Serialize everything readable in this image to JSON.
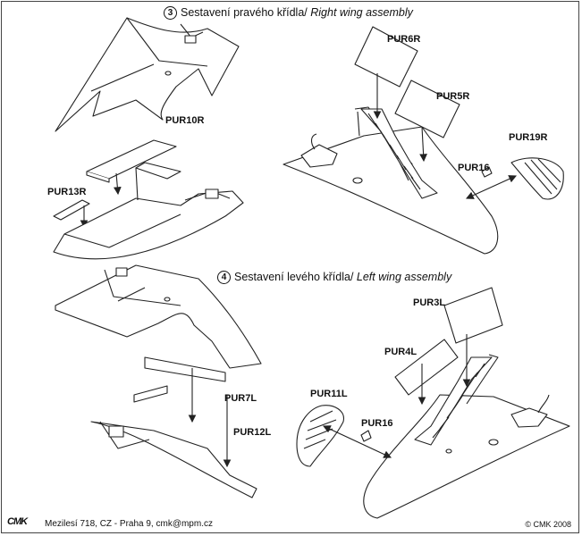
{
  "steps": {
    "right": {
      "number": "3",
      "text": "Sestavení pravého křídla/ ",
      "text_en": "Right wing assembly"
    },
    "left": {
      "number": "4",
      "text": "Sestavení levého křídla/ ",
      "text_en": "Left wing assembly"
    }
  },
  "parts": {
    "pur6r": "PUR6R",
    "pur5r": "PUR5R",
    "pur10r": "PUR10R",
    "pur13r": "PUR13R",
    "pur16a": "PUR16",
    "pur19r": "PUR19R",
    "pur3l": "PUR3L",
    "pur4l": "PUR4L",
    "pur7l": "PUR7L",
    "pur12l": "PUR12L",
    "pur11l": "PUR11L",
    "pur16b": "PUR16"
  },
  "footer": {
    "logo": "CMK",
    "address": "Mezilesí 718, CZ - Praha 9, cmk@mpm.cz",
    "copyright": "© CMK 2008"
  }
}
